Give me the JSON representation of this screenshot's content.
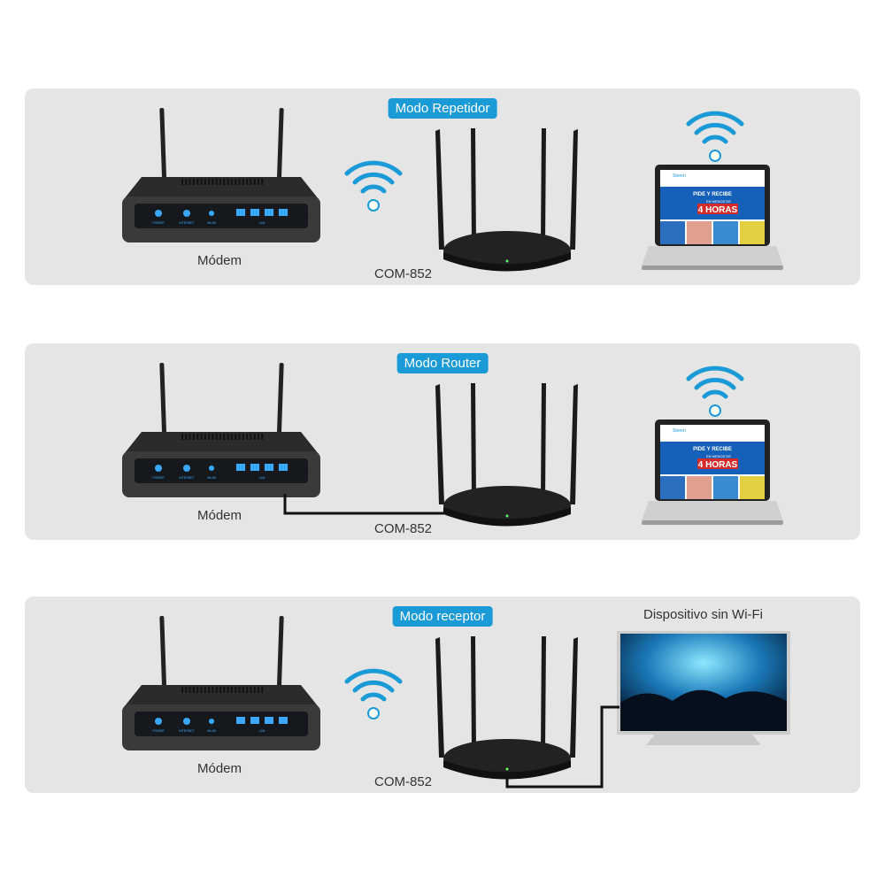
{
  "colors": {
    "badge": "#1a9ad6",
    "panel": "#e5e5e5",
    "wifi": "#1a9ad6",
    "device": "#1e1e1e",
    "led": "#3aa8ff"
  },
  "modem_panel_labels": [
    "POWER",
    "INTERNET",
    "WLAN",
    "LAN"
  ],
  "panels": [
    {
      "mode": "Modo Repetidor",
      "modem_label": "Módem",
      "router_label": "COM-852",
      "client": "laptop",
      "connection": "wireless",
      "client_wifi": true
    },
    {
      "mode": "Modo Router",
      "modem_label": "Módem",
      "router_label": "COM-852",
      "client": "laptop",
      "connection": "cable",
      "client_wifi": true
    },
    {
      "mode": "Modo receptor",
      "modem_label": "Módem",
      "router_label": "COM-852",
      "client": "tv",
      "connection": "wireless",
      "client_label": "Dispositivo sin Wi-Fi",
      "client_cable": true
    }
  ],
  "laptop_screen": {
    "brand": "Steren",
    "banner_line1": "PIDE Y RECIBE",
    "banner_line2": "EN MENOS DE",
    "banner_line3": "4 HORAS"
  }
}
